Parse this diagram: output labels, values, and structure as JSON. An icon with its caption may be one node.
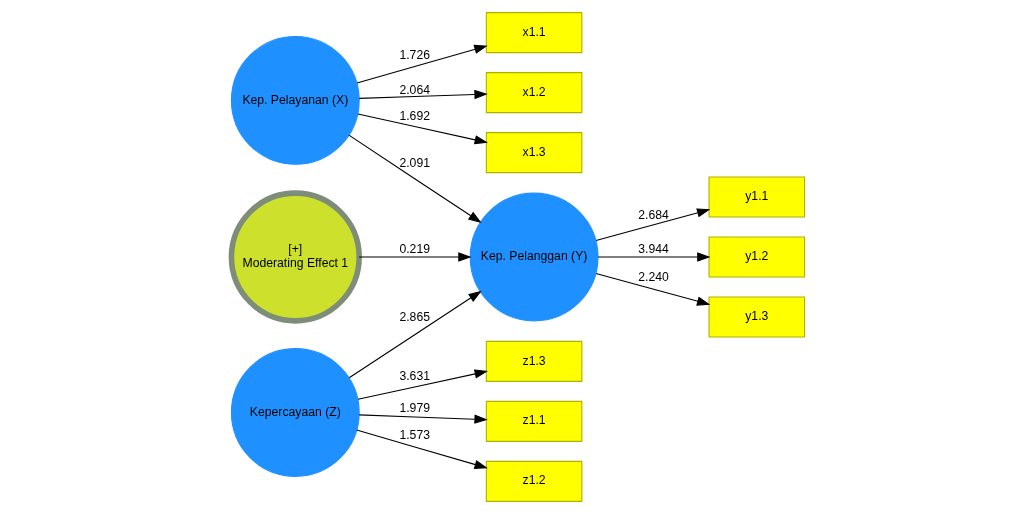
{
  "diagram": {
    "nodes": [
      {
        "text": [
          "y1.1"
        ]
      },
      {
        "text": [
          "y1.2"
        ]
      },
      {
        "text": [
          "y1.3"
        ]
      },
      {
        "text": [
          "x1.1"
        ]
      },
      {
        "text": [
          "x1.2"
        ]
      },
      {
        "text": [
          "x1.3"
        ]
      },
      {
        "text": [
          "Kep. Pelayanan (X)"
        ]
      },
      {
        "text": [
          "Kep. Pelanggan (Y)"
        ]
      },
      {
        "text": [
          "z1.1"
        ]
      },
      {
        "text": [
          "z1.2"
        ]
      },
      {
        "text": [
          "z1.3"
        ]
      },
      {
        "text": [
          "Kepercayaan (Z)"
        ]
      },
      {
        "text": [
          "[+]",
          "Moderating Effect 1"
        ]
      }
    ],
    "edges": [
      {
        "from": 6,
        "to": 3,
        "arrow": "to",
        "label": "1.726"
      },
      {
        "from": 6,
        "to": 4,
        "arrow": "to",
        "label": "2.064"
      },
      {
        "from": 6,
        "to": 5,
        "arrow": "to",
        "label": "1.692"
      },
      {
        "from": 6,
        "to": 7,
        "arrow": "to",
        "label": "2.091"
      },
      {
        "from": 7,
        "to": 0,
        "arrow": "to",
        "label": "2.684"
      },
      {
        "from": 7,
        "to": 1,
        "arrow": "to",
        "label": "3.944"
      },
      {
        "from": 7,
        "to": 2,
        "arrow": "to",
        "label": "2.240"
      },
      {
        "from": 11,
        "to": 7,
        "arrow": "to",
        "label": "2.865"
      },
      {
        "from": 12,
        "to": 7,
        "arrow": "to",
        "label": "0.219"
      },
      {
        "from": 11,
        "to": 8,
        "arrow": "to",
        "label": "1.979"
      },
      {
        "from": 11,
        "to": 9,
        "arrow": "to",
        "label": "1.573"
      },
      {
        "from": 11,
        "to": 10,
        "arrow": "to",
        "label": "3.631"
      }
    ]
  }
}
